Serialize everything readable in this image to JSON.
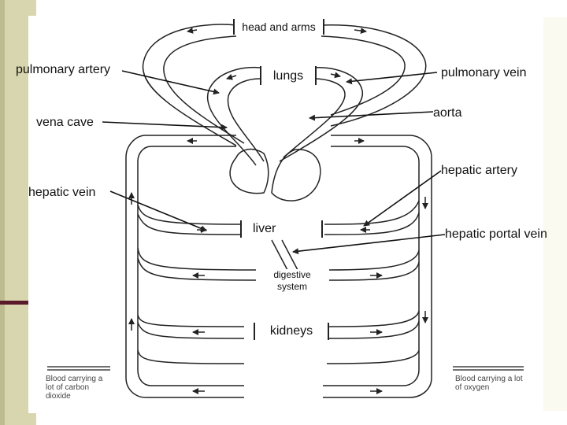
{
  "labels": {
    "head_and_arms": "head and arms",
    "lungs": "lungs",
    "pulmonary_artery": "pulmonary artery",
    "pulmonary_vein": "pulmonary vein",
    "aorta": "aorta",
    "vena_cave": "vena cave",
    "hepatic_artery": "hepatic artery",
    "hepatic_vein": "hepatic vein",
    "liver": "liver",
    "hepatic_portal_vein": "hepatic portal vein",
    "digestive_system": "digestive system",
    "kidneys": "kidneys"
  },
  "legend": {
    "left": "Blood carrying a lot of carbon dioxide",
    "right": "Blood carrying a lot of oxygen"
  },
  "colors": {
    "slide_sidebar": "#d8d6ae",
    "slide_accent": "#5b1a2c",
    "line": "#222222"
  }
}
